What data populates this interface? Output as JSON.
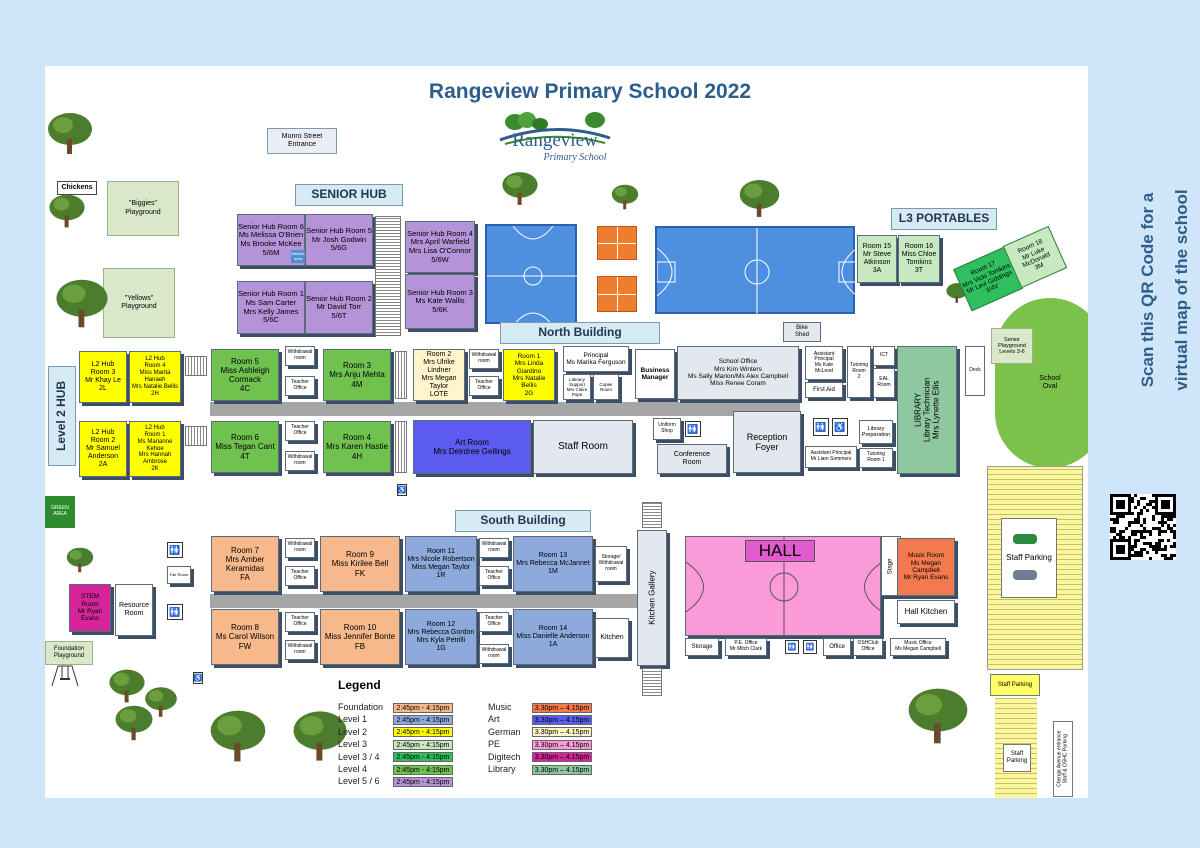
{
  "title": "Rangeview Primary School 2022",
  "logo": {
    "name": "Rangeview",
    "subtitle": "Primary School"
  },
  "side_text": {
    "line1": "Scan this QR Code for a",
    "line2": "virtual map of the school"
  },
  "qr_icon": "qr-code-icon",
  "areas": {
    "munro": "Munro Street\nEntrance",
    "chickens": "Chickens",
    "biggies": "\"Biggies\"\nPlayground",
    "yellows": "\"Yellows\"\nPlayground",
    "green_area": "GREEN\nAREA",
    "foundation_playground": "Foundation\nPlayground",
    "school_oval": "School\nOval",
    "senior_playground": "Senior\nPlayground\nLevels 3-6",
    "staff_parking_main": "Staff Parking",
    "staff_parking_small": "Staff Parking",
    "staff_parking_lower": "Staff\nParking",
    "chenga": "Chenga Avenue entrance\nStaff & OSHC Parking",
    "bike_shed": "Bike\nShed",
    "deck": "Deck"
  },
  "headers": {
    "senior_hub": "SENIOR HUB",
    "l3_portables": "L3 PORTABLES",
    "north_building": "North Building",
    "south_building": "South Building",
    "level2_hub": "Level 2 HUB"
  },
  "rooms": {
    "sh6": "Senior Hub Room 6\nMs Melissa O'Brien\nMs Brooke McKee\n5/6M",
    "sh5": "Senior Hub Room 5\nMr Josh Godwin\n5/6G",
    "sh_kitchen": "kitchen\narea",
    "sh1": "Senior Hub Room 1\nMs Sam Carter\nMrs Kelly James\n5/6C",
    "sh2": "Senior Hub Room 2\nMr David Torr\n5/6T",
    "sh4": "Senior Hub Room 4\nMrs April Warfield\nMrs Lisa O'Connor\n5/6W",
    "sh3": "Senior Hub Room 3\nMs Kate Wallis\n5/6K",
    "r15": "Room 15\nMr Steve\nAtkinson\n3A",
    "r16": "Room 16\nMiss Chloe\nTomkins\n3T",
    "r17": "Room 17\nMrs Vicki Tomkins\nMr Levi Giddings\n3/4V",
    "r18": "Room 18\nMr Luke\nMcDonald\n3M",
    "l2r3": "L2 Hub\nRoom 3\nMr Khay Le\n2L",
    "l2r4": "L2 Hub\nRoom 4\nMiss Marita\nHanaeh\nMrs Natalie Bellis\n2H",
    "l2r2": "L2 Hub\nRoom 2\nMr Samuel\nAnderson\n2A",
    "l2r1": "L2 Hub\nRoom 1\nMs Marianne\nKehoe\nMrs Hannah\nAmbrose\n2K",
    "r5": "Room 5\nMiss Ashleigh\nCormack\n4C",
    "r3": "Room 3\nMrs Anju Mehta\n4M",
    "r6": "Room 6\nMiss Tegan Cant\n4T",
    "r4": "Room 4\nMrs Karen Hastie\n4H",
    "r2": "Room 2\nMrs Ulrike Lindner\nMrs Megan Taylor\nLOTE",
    "r1": "Room 1\nMrs Linda Giardino\nMrs Natalie Bellis\n2G",
    "principal": "Principal\nMs Marika Ferguson",
    "business": "Business\nManager",
    "school_office": "School Office\nMrs Kim Winters\nMs Sally Marion/Ms Alex Campbell\nMiss Renee Coram",
    "asst_principal_top": "Assistant\nPrincipal\nMs Kate\nMcLeod",
    "first_aid": "First Aid",
    "tutoring2": "Tutoring\nRoom\n2",
    "ict": "ICT",
    "eal": "EAL\nRoom",
    "library": "LIBRARY\nLibrary Technician\nMrs Lynette Ellis",
    "art_room": "Art Room\nMrs Deirdree Geilings",
    "staff_room": "Staff Room",
    "uniform_shop": "Uniform\nShop",
    "conference": "Conference\nRoom",
    "reception": "Reception\nFoyer",
    "asst_principal_bottom": "Assistant Principal\nMr Liam Sommers",
    "library_prep": "Library\nPreparation",
    "tutoring1": "Tutoring\nRoom 1",
    "literacy": "Literacy\nSupport\nMrs Claire\nPope",
    "copier": "Copier\nRoom",
    "r7": "Room 7\nMrs Amber\nKeramidas\nFA",
    "r8": "Room 8\nMs Carol Wilson\nFW",
    "r9": "Room 9\nMiss Kirilee Bell\nFK",
    "r10": "Room 10\nMiss Jennifer Bonte\nFB",
    "r11": "Room 11\nMrs Nicole Robertson\nMiss Megan Taylor\n1R",
    "r12": "Room 12\nMrs Rebecca Gordon\nMrs Kyla Petrilli\n1G",
    "r13": "Room 13\nMrs Rebecca McJannet\n1M",
    "r14": "Room 14\nMiss Danielle Anderson\n1A",
    "storage_withdrawal": "Storage/\nWithdrawal\nroom",
    "kitchen": "Kitchen",
    "kitchen_gallery": "Kitchen Gallery",
    "hall": "HALL",
    "stage": "Stage",
    "music_room": "Music Room\nMs Megan\nCampbell\nMr Ryan Evans",
    "hall_kitchen": "Hall Kitchen",
    "storage": "Storage",
    "pe_office": "P.E. Office\nMr Mitch Clark",
    "office": "Office",
    "oshclub": "OSHClub\nOffice",
    "music_office": "Music Office\nMs Megan Campbell",
    "stem": "STEM\nRoom\nMr Ryan\nEvans",
    "resource": "Resource\nRoom",
    "fair_room": "Fair Room",
    "withdrawal": "Withdrawal\nroom",
    "teacher_office": "Teacher\nOffice"
  },
  "legend": {
    "title": "Legend",
    "left": [
      {
        "label": "Foundation",
        "time": "2:45pm - 4:15pm",
        "color": "#f7b98b"
      },
      {
        "label": "Level 1",
        "time": "2:45pm - 4:15pm",
        "color": "#8ea9dc"
      },
      {
        "label": "Level 2",
        "time": "2:45pm - 4:15pm",
        "color": "#ffff00"
      },
      {
        "label": "Level 3",
        "time": "2:45pm - 4:15pm",
        "color": "#c7e9c0"
      },
      {
        "label": "Level 3 / 4",
        "time": "2:45pm - 4:15pm",
        "color": "#2fbf5e"
      },
      {
        "label": "Level 4",
        "time": "2:45pm - 4:15pm",
        "color": "#6fc24e"
      },
      {
        "label": "Level 5 / 6",
        "time": "2:45pm - 4:15pm",
        "color": "#b593d9"
      }
    ],
    "right": [
      {
        "label": "Music",
        "time": "3.30pm – 4.15pm",
        "color": "#f27a4e"
      },
      {
        "label": "Art",
        "time": "3.30pm – 4.15pm",
        "color": "#5b5bf0"
      },
      {
        "label": "German",
        "time": "3.30pm – 4.15pm",
        "color": "#fff4cc"
      },
      {
        "label": "PE",
        "time": "3.30pm – 4.15pm",
        "color": "#fb9ad8"
      },
      {
        "label": "Digitech",
        "time": "3.30pm – 4.15pm",
        "color": "#d6249a"
      },
      {
        "label": "Library",
        "time": "3.30pm – 4.15pm",
        "color": "#8fc7a0"
      }
    ]
  }
}
